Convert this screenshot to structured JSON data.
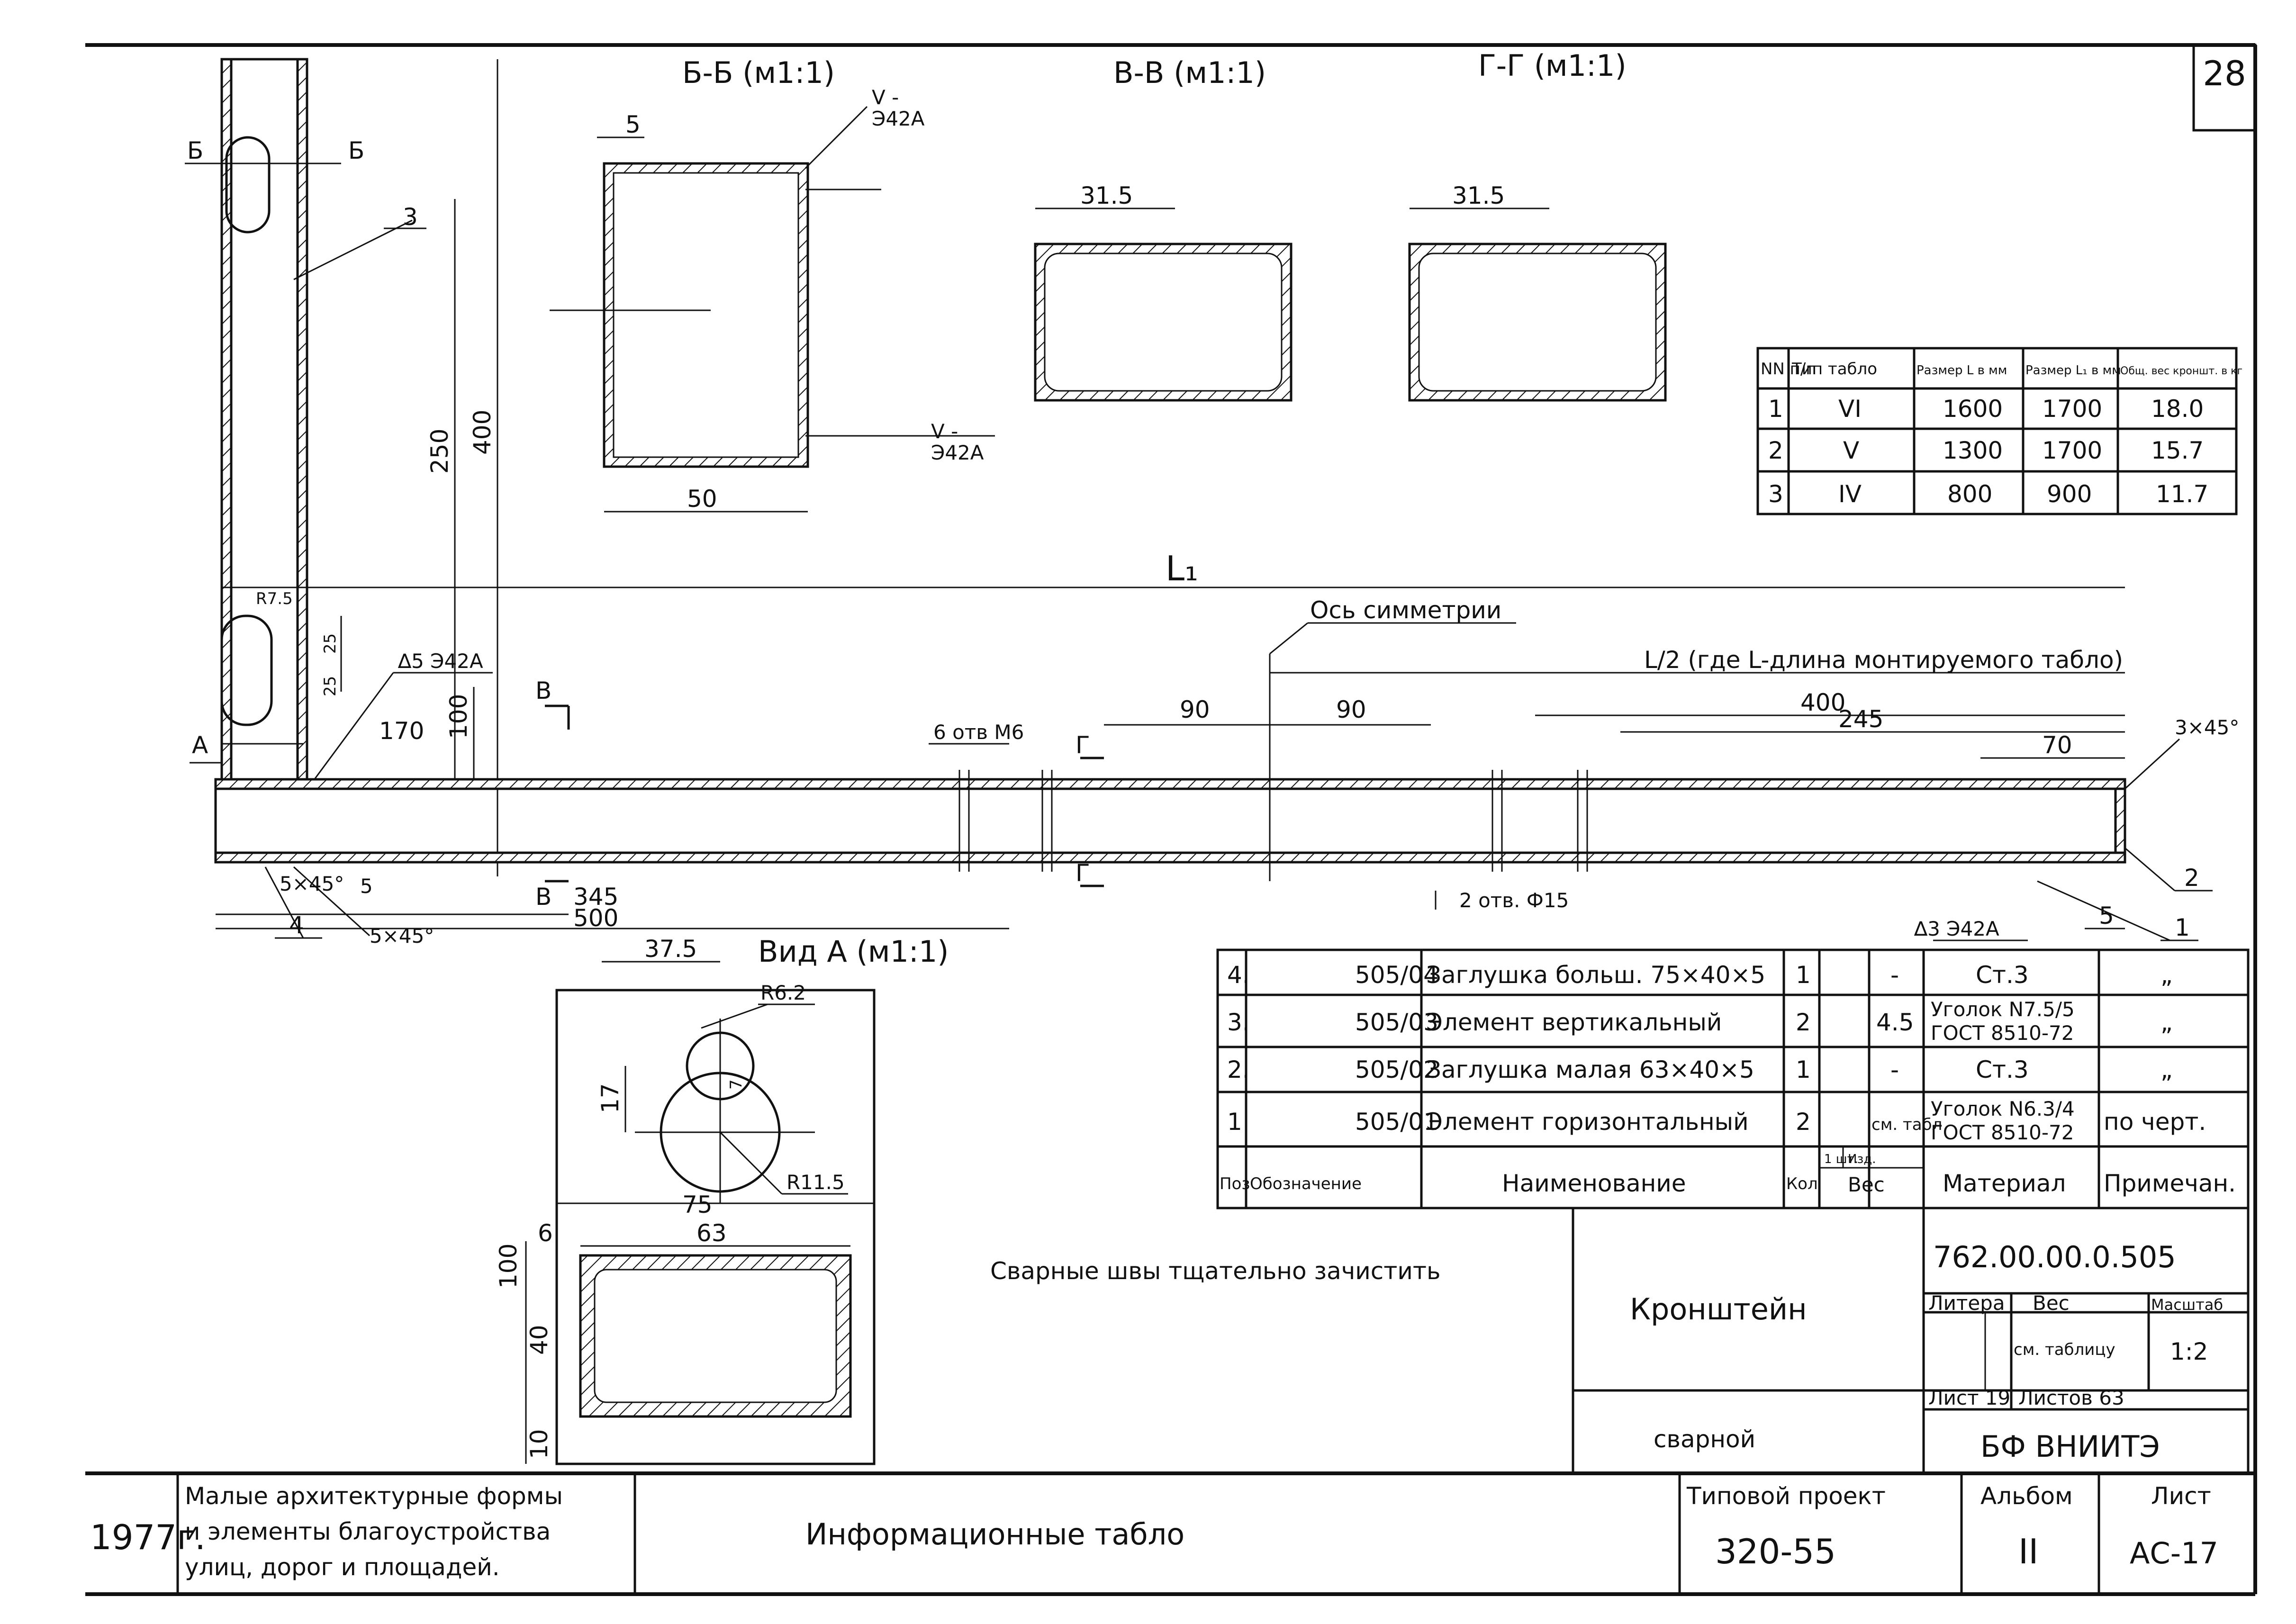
{
  "sheet_number": "28",
  "sections": {
    "bb": "Б-Б (м1:1)",
    "vv": "В-В (м1:1)",
    "gg": "Г-Г (м1:1)",
    "view_a": "Вид А (м1:1)"
  },
  "section_marks": {
    "b": "Б",
    "v": "В",
    "g": "Г",
    "a": "А"
  },
  "weld_marks": {
    "v1": "V -",
    "e42a": "Э42А",
    "weld_5": "∆5 Э42А",
    "weld_3": "∆3 Э42А"
  },
  "labels": {
    "l1": "L₁",
    "axis_symmetry": "Ось симметрии",
    "half_length": "L/2 (где L-длина монтируемого табло)",
    "holes_m6": "6 отв М6",
    "holes_15": "2 отв. Ф15",
    "chamfer_3x45": "3×45°",
    "chamfer_5x45": "5×45°",
    "note_welds": "Сварные швы тщательно зачистить"
  },
  "dims": {
    "d5": "5",
    "d50": "50",
    "d31_5": "31.5",
    "d250": "250",
    "d400": "400",
    "d100": "100",
    "d170": "170",
    "d25": "25",
    "r7_5": "R7.5",
    "d345": "345",
    "d500": "500",
    "d90": "90",
    "d245": "245",
    "d70": "70",
    "d37_5": "37.5",
    "r6_2": "R6.2",
    "d17": "17",
    "d7": "7",
    "d75": "75",
    "r11_5": "R11.5",
    "d6": "6",
    "d63": "63",
    "d40": "40",
    "d10": "10",
    "d3": "3"
  },
  "part_callouts": [
    "1",
    "2",
    "3",
    "4"
  ],
  "size_table": {
    "headers": [
      "NN п/п",
      "Тип табло",
      "Размер L в мм",
      "Размер L₁ в мм",
      "Общ. вес кроншт. в кг"
    ],
    "rows": [
      [
        "1",
        "VI",
        "1600",
        "1700",
        "18.0"
      ],
      [
        "2",
        "V",
        "1300",
        "1700",
        "15.7"
      ],
      [
        "3",
        "IV",
        "800",
        "900",
        "11.7"
      ]
    ]
  },
  "spec": {
    "headers": {
      "pos": "Поз",
      "designation": "Обозначение",
      "name": "Наименование",
      "qty": "Кол",
      "weight_one": "1 шт.",
      "weight_izd": "Изд.",
      "weight": "Вес",
      "material": "Материал",
      "note": "Примечан."
    },
    "rows": [
      {
        "pos": "4.",
        "designation": "505/04",
        "name": "Заглушка больш. 75×40×5",
        "qty": "1",
        "weight": "-",
        "material": "Ст.3",
        "material2": "",
        "note": "„"
      },
      {
        "pos": "3.",
        "designation": "505/03",
        "name": "Элемент вертикальный",
        "qty": "2",
        "weight": "4.5",
        "material": "Уголок N7.5/5",
        "material2": "ГОСТ 8510-72",
        "note": "„"
      },
      {
        "pos": "2.",
        "designation": "505/02",
        "name": "Заглушка малая 63×40×5",
        "qty": "1",
        "weight": "-",
        "material": "Ст.3",
        "material2": "",
        "note": "„"
      },
      {
        "pos": "1",
        "designation": "505/01",
        "name": "Элемент горизонтальный",
        "qty": "2",
        "weight": "см. табл",
        "material": "Уголок N6.3/4",
        "material2": "ГОСТ 8510-72",
        "note": "по черт."
      }
    ]
  },
  "title_block": {
    "doc_code": "762.00.00.0.505",
    "part_name": "Кронштейн",
    "part_name2": "сварной",
    "litera": "Литера",
    "ves": "Вес",
    "masshtab": "Масштаб",
    "weight_value": "см. таблицу",
    "scale_value": "1:2",
    "sheet": "Лист 19",
    "sheets": "Листов 63",
    "org": "БФ ВНИИТЭ",
    "year": "1977г.",
    "album_title": [
      "Малые архитектурные формы",
      "и элементы благоустройства",
      "улиц, дорог и площадей."
    ],
    "subject": "Информационные табло",
    "project_label": "Типовой проект",
    "project_number": "320-55",
    "album_label": "Альбом",
    "album_number": "II",
    "list_label": "Лист",
    "list_number": "АС-17"
  }
}
